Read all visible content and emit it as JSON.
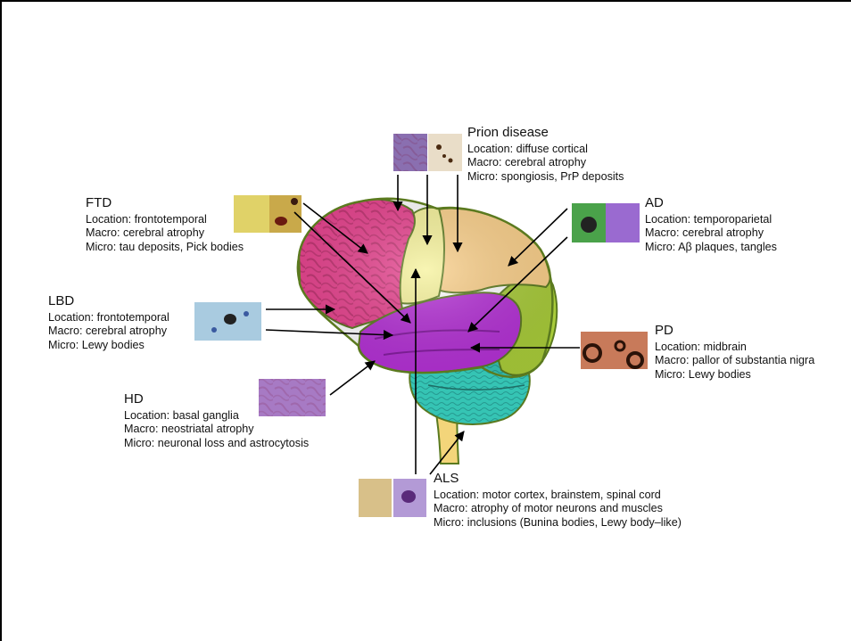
{
  "diseases": {
    "prion": {
      "title": "Prion disease",
      "location": "Location: diffuse cortical",
      "macro": "Macro: cerebral atrophy",
      "micro": "Micro: spongiosis, PrP deposits"
    },
    "ftd": {
      "title": "FTD",
      "location": "Location: frontotemporal",
      "macro": "Macro: cerebral atrophy",
      "micro": "Micro: tau deposits, Pick bodies"
    },
    "ad": {
      "title": "AD",
      "location": "Location: temporoparietal",
      "macro": "Macro: cerebral atrophy",
      "micro": "Micro: Aβ plaques, tangles"
    },
    "lbd": {
      "title": "LBD",
      "location": "Location: frontotemporal",
      "macro": "Macro: cerebral atrophy",
      "micro": "Micro: Lewy bodies"
    },
    "pd": {
      "title": "PD",
      "location": "Location: midbrain",
      "macro": "Macro: pallor of substantia nigra",
      "micro": "Micro: Lewy bodies"
    },
    "hd": {
      "title": "HD",
      "location": "Location: basal ganglia",
      "macro": "Macro: neostriatal atrophy",
      "micro": "Micro: neuronal loss and astrocytosis"
    },
    "als": {
      "title": "ALS",
      "location": "Location: motor cortex, brainstem, spinal cord",
      "macro": "Macro: atrophy of motor neurons and muscles",
      "micro": "Micro: inclusions (Bunina bodies, Lewy body–like)"
    }
  },
  "colors": {
    "frontal": "#e8438f",
    "motor": "#f6f29a",
    "parietal": "#fbd08a",
    "occipital": "#a9cc3a",
    "temporal": "#b531d6",
    "cerebellum": "#35c4b4",
    "brainstem": "#f3d57a",
    "outline": "#5b7a1f",
    "arrow": "#000000"
  }
}
